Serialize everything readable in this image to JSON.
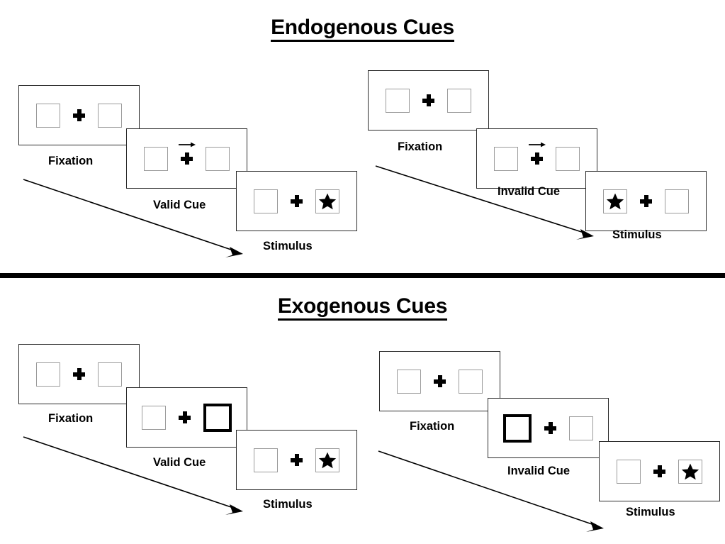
{
  "figure": {
    "title_endogenous": "Endogenous Cues",
    "title_exogenous": "Exogenous Cues",
    "colors": {
      "ink": "#000000",
      "frame_border": "#2b2b2b",
      "placeholder_border": "#9b9b9b",
      "cued_border": "#000000",
      "background": "#ffffff"
    }
  },
  "sections": [
    {
      "id": "endogenous",
      "title": "Endogenous Cues",
      "sequences": [
        {
          "id": "endogenous-valid",
          "panels": [
            {
              "label": "Fixation",
              "left_box": "empty",
              "right_box": "empty",
              "center": "cross"
            },
            {
              "label": "Valid Cue",
              "left_box": "empty",
              "right_box": "empty",
              "center": "arrow-right-over-cross"
            },
            {
              "label": "Stimulus",
              "left_box": "empty",
              "right_box": "star",
              "center": "cross"
            }
          ],
          "time_arrow": "diagonal-down-right"
        },
        {
          "id": "endogenous-invalid",
          "panels": [
            {
              "label": "Fixation",
              "left_box": "empty",
              "right_box": "empty",
              "center": "cross"
            },
            {
              "label": "Invalid Cue",
              "left_box": "empty",
              "right_box": "empty",
              "center": "arrow-right-over-cross"
            },
            {
              "label": "Stimulus",
              "left_box": "star",
              "right_box": "empty",
              "center": "cross"
            }
          ],
          "time_arrow": "diagonal-down-right"
        }
      ]
    },
    {
      "id": "exogenous",
      "title": "Exogenous Cues",
      "sequences": [
        {
          "id": "exogenous-valid",
          "panels": [
            {
              "label": "Fixation",
              "left_box": "empty",
              "right_box": "empty",
              "center": "cross"
            },
            {
              "label": "Valid Cue",
              "left_box": "empty",
              "right_box": "cued-thick",
              "center": "cross"
            },
            {
              "label": "Stimulus",
              "left_box": "empty",
              "right_box": "star",
              "center": "cross"
            }
          ],
          "time_arrow": "diagonal-down-right"
        },
        {
          "id": "exogenous-invalid",
          "panels": [
            {
              "label": "Fixation",
              "left_box": "empty",
              "right_box": "empty",
              "center": "cross"
            },
            {
              "label": "Invalid Cue",
              "left_box": "cued-thick",
              "right_box": "empty",
              "center": "cross"
            },
            {
              "label": "Stimulus",
              "left_box": "empty",
              "right_box": "star",
              "center": "cross"
            }
          ],
          "time_arrow": "diagonal-down-right"
        }
      ]
    }
  ],
  "icons": {
    "cue_arrow": "arrow-right-icon",
    "fixation": "fixation-cross-icon",
    "target": "star-icon",
    "time": "time-flow-arrow-icon"
  }
}
